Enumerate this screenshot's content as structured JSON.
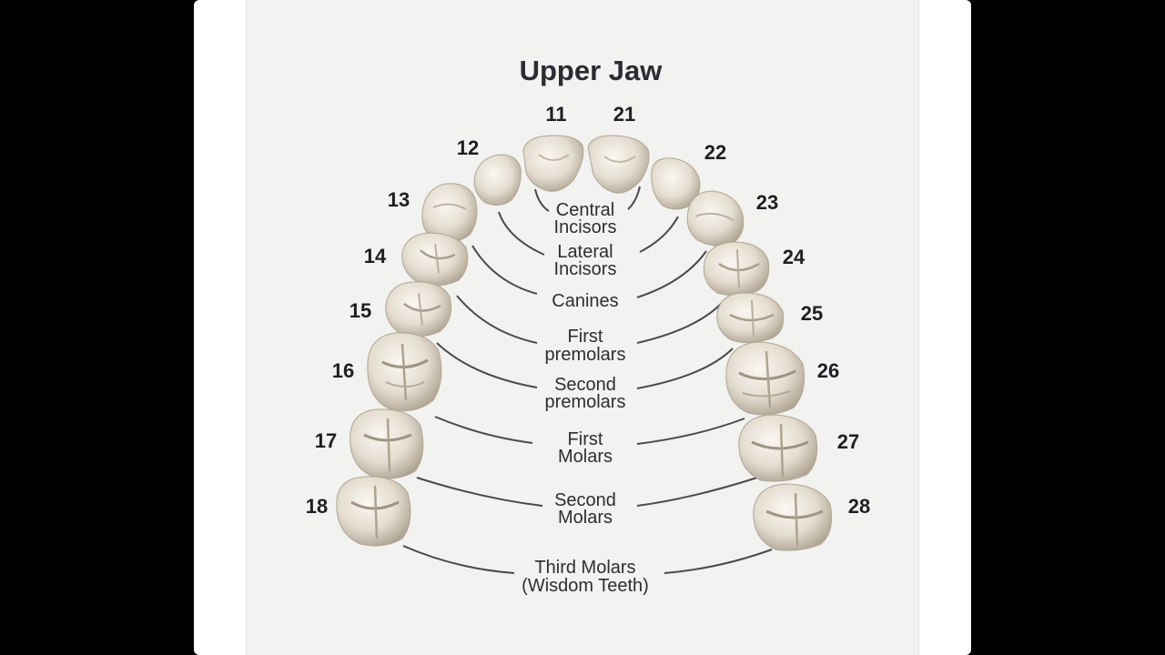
{
  "title": "Upper Jaw",
  "colors": {
    "frame": "#000000",
    "panel": "#f2f2f0",
    "tooth_light": "#f7f3ec",
    "tooth_mid": "#ddd5c7",
    "tooth_dark": "#9f9483",
    "text": "#2b2b33"
  },
  "teeth": [
    {
      "number": "11",
      "type": "incisor"
    },
    {
      "number": "12",
      "type": "incisor"
    },
    {
      "number": "13",
      "type": "canine"
    },
    {
      "number": "14",
      "type": "premolar"
    },
    {
      "number": "15",
      "type": "premolar"
    },
    {
      "number": "16",
      "type": "molar"
    },
    {
      "number": "17",
      "type": "molar"
    },
    {
      "number": "18",
      "type": "molar"
    },
    {
      "number": "21",
      "type": "incisor"
    },
    {
      "number": "22",
      "type": "incisor"
    },
    {
      "number": "23",
      "type": "canine"
    },
    {
      "number": "24",
      "type": "premolar"
    },
    {
      "number": "25",
      "type": "premolar"
    },
    {
      "number": "26",
      "type": "molar"
    },
    {
      "number": "27",
      "type": "molar"
    },
    {
      "number": "28",
      "type": "molar"
    }
  ],
  "groups": [
    {
      "line1": "Central",
      "line2": "Incisors"
    },
    {
      "line1": "Lateral",
      "line2": "Incisors"
    },
    {
      "line1": "Canines",
      "line2": ""
    },
    {
      "line1": "First",
      "line2": "premolars"
    },
    {
      "line1": "Second",
      "line2": "premolars"
    },
    {
      "line1": "First",
      "line2": "Molars"
    },
    {
      "line1": "Second",
      "line2": "Molars"
    },
    {
      "line1": "Third Molars",
      "line2": "(Wisdom Teeth)"
    }
  ]
}
